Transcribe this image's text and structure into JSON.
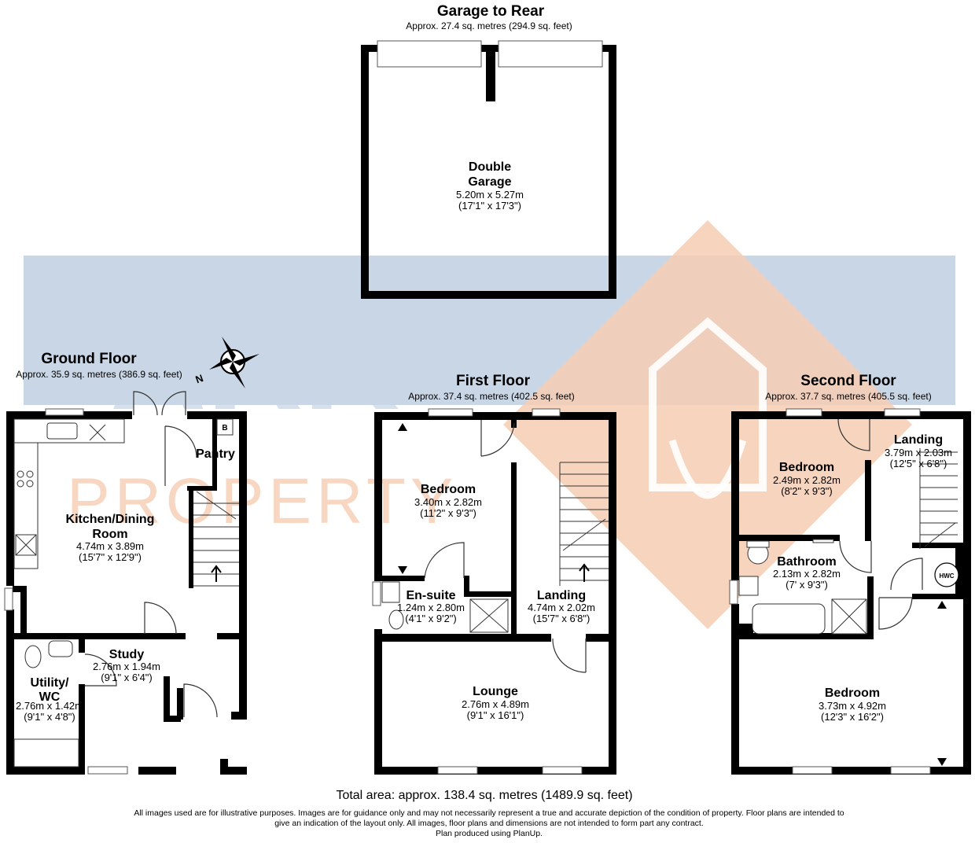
{
  "watermark": {
    "text_top": "ARK",
    "text_bottom": "PROPERTY",
    "colors": {
      "blue": "#c9d6e6",
      "orange": "#f6cdb3"
    }
  },
  "garage": {
    "title": "Garage to Rear",
    "area": "Approx. 27.4 sq. metres (294.9 sq. feet)",
    "room": {
      "name1": "Double",
      "name2": "Garage",
      "metric": "5.20m x 5.27m",
      "imperial": "(17'1\" x 17'3\")"
    }
  },
  "ground_floor": {
    "title": "Ground Floor",
    "area": "Approx. 35.9 sq. metres (386.9 sq. feet)",
    "compass_label": "N",
    "boiler_label": "B",
    "pantry": "Pantry",
    "kitchen": {
      "name1": "Kitchen/Dining",
      "name2": "Room",
      "metric": "4.74m x 3.89m",
      "imperial": "(15'7\" x 12'9\")"
    },
    "study": {
      "name": "Study",
      "metric": "2.76m x 1.94m",
      "imperial": "(9'1\" x 6'4\")"
    },
    "utility": {
      "name1": "Utility/",
      "name2": "WC",
      "metric": "2.76m x 1.42m",
      "imperial": "(9'1\" x 4'8\")"
    }
  },
  "first_floor": {
    "title": "First Floor",
    "area": "Approx. 37.4 sq. metres (402.5 sq. feet)",
    "bedroom": {
      "name": "Bedroom",
      "metric": "3.40m x 2.82m",
      "imperial": "(11'2\" x 9'3\")"
    },
    "ensuite": {
      "name": "En-suite",
      "metric": "1.24m x 2.80m",
      "imperial": "(4'1\" x 9'2\")"
    },
    "landing": {
      "name": "Landing",
      "metric": "4.74m x 2.02m",
      "imperial": "(15'7\" x 6'8\")"
    },
    "lounge": {
      "name": "Lounge",
      "metric": "2.76m x 4.89m",
      "imperial": "(9'1\" x 16'1\")"
    }
  },
  "second_floor": {
    "title": "Second Floor",
    "area": "Approx. 37.7 sq. metres (405.5 sq. feet)",
    "bedroom1": {
      "name": "Bedroom",
      "metric": "2.49m x 2.82m",
      "imperial": "(8'2\" x 9'3\")"
    },
    "landing": {
      "name": "Landing",
      "metric": "3.79m x 2.03m",
      "imperial": "(12'5\" x 6'8\")"
    },
    "bathroom": {
      "name": "Bathroom",
      "metric": "2.13m x 2.82m",
      "imperial": "(7' x 9'3\")"
    },
    "hwc_label": "HWC",
    "bedroom2": {
      "name": "Bedroom",
      "metric": "3.73m x 4.92m",
      "imperial": "(12'3\" x 16'2\")"
    }
  },
  "footer": {
    "total": "Total area: approx. 138.4 sq. metres (1489.9 sq. feet)",
    "disclaimer1": "All images used are for illustrative purposes. Images are for guidance only and may not necessarily represent a true and accurate depiction of the condition of property. Floor plans are intended to",
    "disclaimer2": "give an indication of the layout only. All images, floor plans and dimensions are not intended to form part any contract.",
    "disclaimer3": "Plan produced using PlanUp."
  }
}
